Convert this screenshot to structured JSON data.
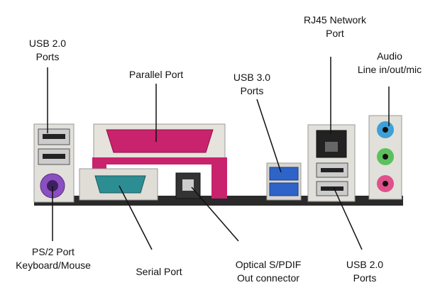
{
  "labels": {
    "usb2_left": [
      "USB 2.0",
      "Ports"
    ],
    "parallel": [
      "Parallel Port"
    ],
    "usb3": [
      "USB 3.0",
      "Ports"
    ],
    "rj45": [
      "RJ45 Network",
      "Port"
    ],
    "audio": [
      "Audio",
      "Line in/out/mic"
    ],
    "ps2": [
      "PS/2 Port",
      "Keyboard/Mouse"
    ],
    "serial": [
      "Serial Port"
    ],
    "optical": [
      "Optical S/PDIF",
      "Out connector"
    ],
    "usb2_right": [
      "USB 2.0",
      "Ports"
    ]
  },
  "colors": {
    "parallel_port": "#c8236c",
    "ps2_port": "#8a4fc0",
    "serial_port": "#2c8d93",
    "usb3_port": "#2e64c8",
    "audio_line_in": "#3ea0d6",
    "audio_line_out": "#5cc05c",
    "audio_mic": "#e0508a",
    "io_plate": "#e6e3dc",
    "board": "#2a2a2a"
  }
}
